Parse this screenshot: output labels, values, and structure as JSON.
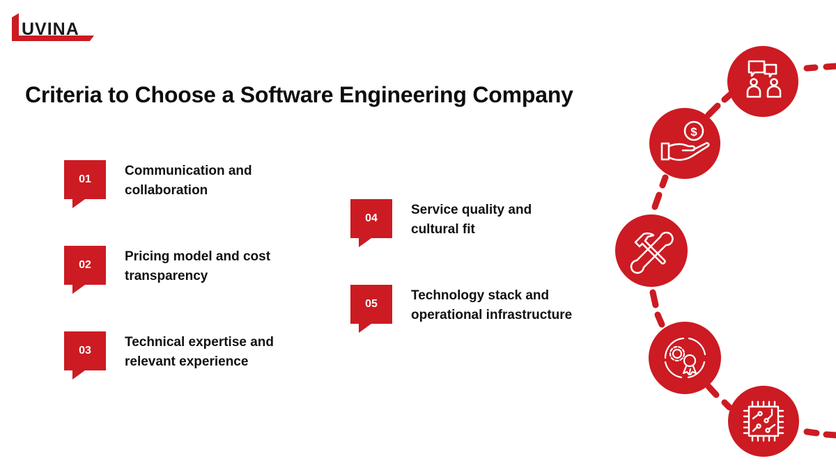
{
  "brand": {
    "logo_text": "UVINA",
    "accent_color": "#cc1b22"
  },
  "page": {
    "title": "Criteria to Choose a Software Engineering Company"
  },
  "criteria": [
    {
      "number": "01",
      "line1": "Communication and",
      "line2": "collaboration"
    },
    {
      "number": "02",
      "line1": "Pricing model and cost",
      "line2": "transparency"
    },
    {
      "number": "03",
      "line1": "Technical expertise and",
      "line2": "relevant experience"
    },
    {
      "number": "04",
      "line1": "Service quality and",
      "line2": "cultural fit"
    },
    {
      "number": "05",
      "line1": "Technology stack and",
      "line2": "operational infrastructure"
    }
  ],
  "icons": [
    {
      "name": "communication-people-icon"
    },
    {
      "name": "money-hand-icon"
    },
    {
      "name": "tools-icon"
    },
    {
      "name": "quality-process-icon"
    },
    {
      "name": "chip-icon"
    }
  ]
}
